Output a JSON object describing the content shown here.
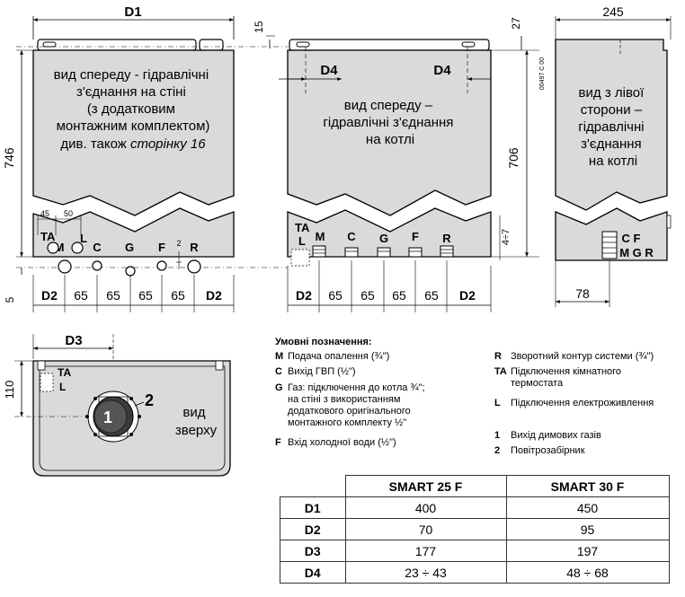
{
  "front_wall": {
    "d1": "D1",
    "height": "746",
    "top_gap": "15",
    "desc_lines": [
      "вид спереду - гідравлічні",
      "з'єднання на стіні",
      "(з додатковим",
      "монтажним комплектом)"
    ],
    "see_also_prefix": "див. також",
    "see_also_page": "сторінку 16",
    "d45": "45",
    "d50": "50",
    "conn_ta": "TA",
    "conn_m": "M",
    "conn_l": "L",
    "conn_c": "C",
    "conn_g": "G",
    "conn_f": "F",
    "conn_2": "2",
    "conn_r": "R",
    "bottom": "5",
    "spacing": [
      "D2",
      "65",
      "65",
      "65",
      "65",
      "D2"
    ]
  },
  "front_boiler": {
    "d4_left": "D4",
    "d4_right": "D4",
    "top_gap": "27",
    "height": "706",
    "code": "00497 C 00",
    "desc_lines": [
      "вид спереду –",
      "гідравлічні з'єднання",
      "на котлі"
    ],
    "conn_ta": "TA",
    "conn_l": "L",
    "conn_m": "M",
    "conn_c": "C",
    "conn_g": "G",
    "conn_f": "F",
    "conn_r": "R",
    "side_dim": "4÷7",
    "spacing": [
      "D2",
      "65",
      "65",
      "65",
      "65",
      "D2"
    ]
  },
  "side_view": {
    "width": "245",
    "desc_lines": [
      "вид з лівої",
      "сторони –",
      "гідравлічні",
      "з'єднання",
      "на котлі"
    ],
    "conn_cf": "C F",
    "conn_mgr": "M G R",
    "offset": "78"
  },
  "top_view": {
    "d3": "D3",
    "depth": "110",
    "ta": "TA",
    "l": "L",
    "flue_no": "1",
    "intake_no": "2",
    "desc_lines": [
      "вид",
      "зверху"
    ]
  },
  "legend": {
    "title": "Умовні позначення:",
    "left": [
      {
        "k": "M",
        "v": [
          "Подача опалення (¾\")"
        ]
      },
      {
        "k": "C",
        "v": [
          "Вихід ГВП (½\")"
        ]
      },
      {
        "k": "G",
        "v": [
          "Газ: підключення до котла ¾\";",
          "на стіні з використанням",
          "додаткового оригінального",
          "монтажного комплекту ½\""
        ]
      },
      {
        "k": "F",
        "v": [
          "Вхід холодної води (½\")"
        ]
      }
    ],
    "right": [
      {
        "k": "R",
        "v": [
          "Зворотний контур системи (¾\")"
        ]
      },
      {
        "k": "TA",
        "v": [
          "Підключення кімнатного",
          "термостата"
        ]
      },
      {
        "k": "L",
        "v": [
          "Підключення електроживлення"
        ]
      },
      {
        "k": "1",
        "v": [
          "Вихід димових газів"
        ]
      },
      {
        "k": "2",
        "v": [
          "Повітрозабірник"
        ]
      }
    ]
  },
  "table": {
    "headers": [
      "",
      "SMART 25 F",
      "SMART 30 F"
    ],
    "rows": [
      [
        "D1",
        "400",
        "450"
      ],
      [
        "D2",
        "70",
        "95"
      ],
      [
        "D3",
        "177",
        "197"
      ],
      [
        "D4",
        "23 ÷ 43",
        "48 ÷ 68"
      ]
    ]
  }
}
